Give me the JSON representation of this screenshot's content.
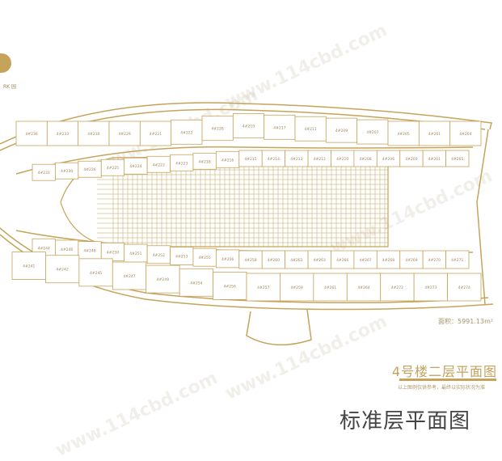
{
  "logo": {
    "sub_text": "RK 园"
  },
  "watermark": "www.114cbd.com",
  "plan": {
    "line_color": "#c6a35a",
    "top_outer_rooms": [
      "4#236",
      "4#233",
      "4#230",
      "4#229",
      "4#221",
      "4#222",
      "4#228",
      "4#219",
      "4#217",
      "4#211",
      "4#209",
      "4#207",
      "4#205",
      "4#261",
      "4#264"
    ],
    "top_inner_rooms": [
      "4#231",
      "4#230",
      "4#226",
      "4#225",
      "4#224",
      "4#222",
      "4#223",
      "4#218",
      "4#216",
      "4#215",
      "4#214",
      "4#213",
      "4#212",
      "4#210",
      "4#208",
      "4#206",
      "4#203",
      "4#201",
      "4#265"
    ],
    "bottom_inner_rooms": [
      "4#244",
      "4#246",
      "4#248",
      "4#250",
      "4#251",
      "4#252",
      "4#253",
      "4#255",
      "4#256",
      "4#258",
      "4#260",
      "4#262",
      "4#263",
      "4#266",
      "4#267",
      "4#268",
      "4#269",
      "4#270",
      "4#271"
    ],
    "bottom_outer_rooms": [
      "4#241",
      "4#242",
      "4#245",
      "4#247",
      "4#249",
      "4#254",
      "4#256",
      "4#257",
      "4#259",
      "4#261",
      "4#264",
      "4#272",
      "4#273",
      "4#274"
    ]
  },
  "area_label": "面积：5991.13m²",
  "title": "4号楼二层平面图",
  "note": "以上图例仅供参考，最终以实际状况为准",
  "caption": "标准层平面图"
}
